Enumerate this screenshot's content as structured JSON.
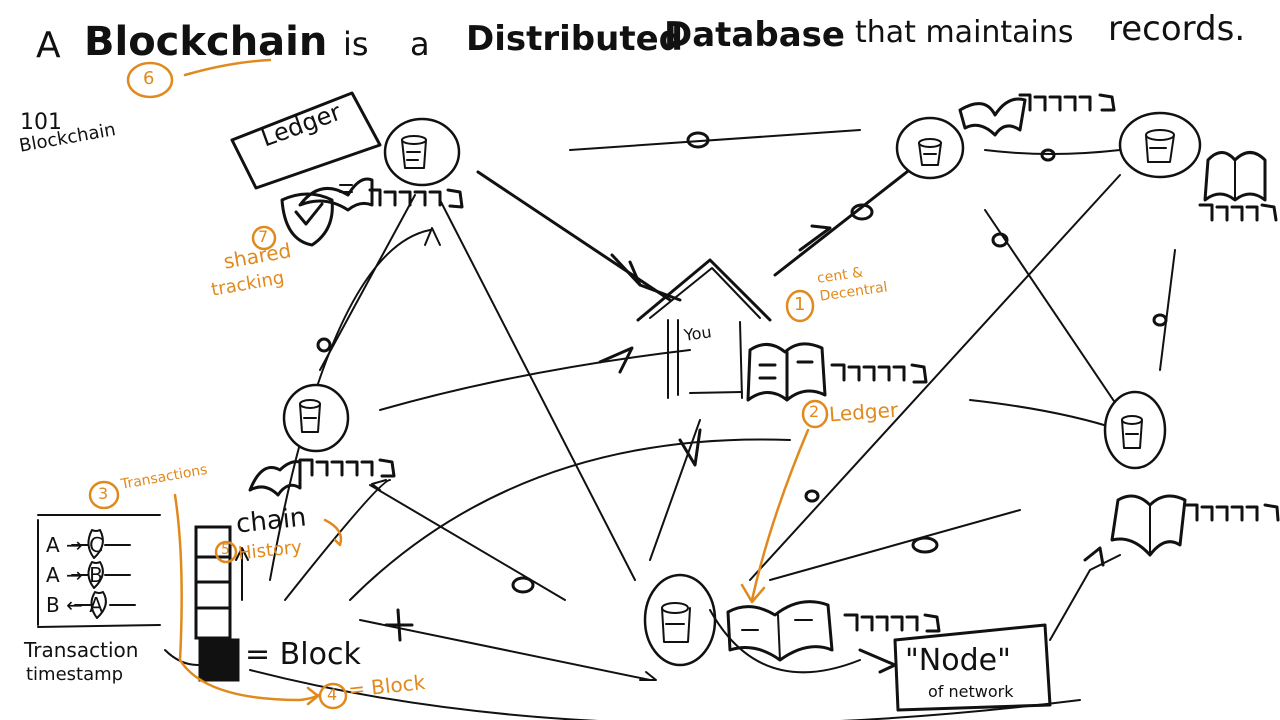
{
  "title": {
    "w1": "A",
    "w2": "Blockchain",
    "w3": "is",
    "w4": "a",
    "w5": "Distributed",
    "w6": "Database",
    "w7": "that maintains",
    "w8": "records."
  },
  "side_note": {
    "line1": "101",
    "line2": "Blockchain"
  },
  "ledger_box": "Ledger",
  "center_house": "You",
  "chain_label": "chain",
  "block_legend": "= Block",
  "node_box": {
    "label": "\"Node\"",
    "sub": "of network"
  },
  "transactions_box": {
    "rows": [
      "A → C",
      "A → B",
      "B ← A"
    ],
    "caption1": "Transaction",
    "caption2": "timestamp"
  },
  "annotations": {
    "n1": "1",
    "n1_text": "cent & Decentral",
    "n2": "2",
    "n2_text": "Ledger",
    "n3": "3",
    "n3_text": "Transactions",
    "n4": "4",
    "n4_text": "= Block",
    "n5": "5",
    "n5_text": "History",
    "n6": "6",
    "n7": "7",
    "n7_text1": "shared",
    "n7_text2": "tracking"
  },
  "colors": {
    "ink": "#111111",
    "accent": "#e08a1e"
  }
}
